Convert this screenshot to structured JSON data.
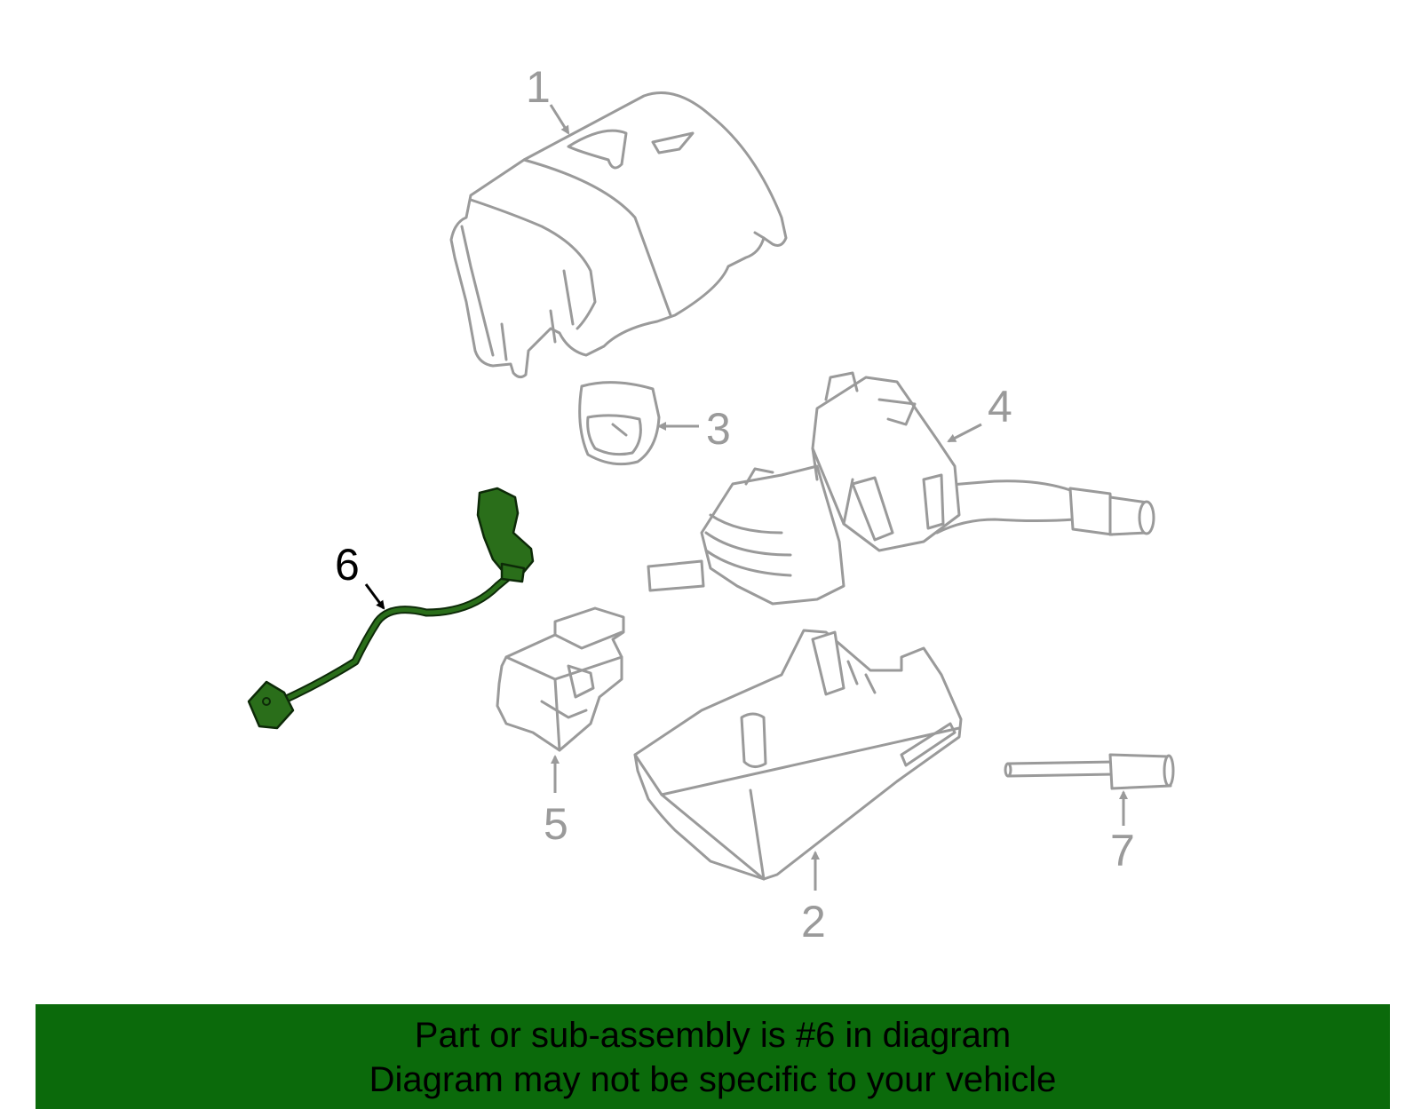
{
  "callouts": [
    {
      "id": "1",
      "text": "1",
      "highlighted": false
    },
    {
      "id": "2",
      "text": "2",
      "highlighted": false
    },
    {
      "id": "3",
      "text": "3",
      "highlighted": false
    },
    {
      "id": "4",
      "text": "4",
      "highlighted": false
    },
    {
      "id": "5",
      "text": "5",
      "highlighted": false
    },
    {
      "id": "6",
      "text": "6",
      "highlighted": true
    },
    {
      "id": "7",
      "text": "7",
      "highlighted": false
    }
  ],
  "banner": {
    "line1": "Part or sub-assembly is #6 in diagram",
    "line2": "Diagram may not be specific to your vehicle"
  },
  "colors": {
    "highlight_part": "#2a6e1a",
    "banner_background": "#0b6a0b",
    "part_outline": "#9a9a9a",
    "callout_active": "#000000"
  }
}
